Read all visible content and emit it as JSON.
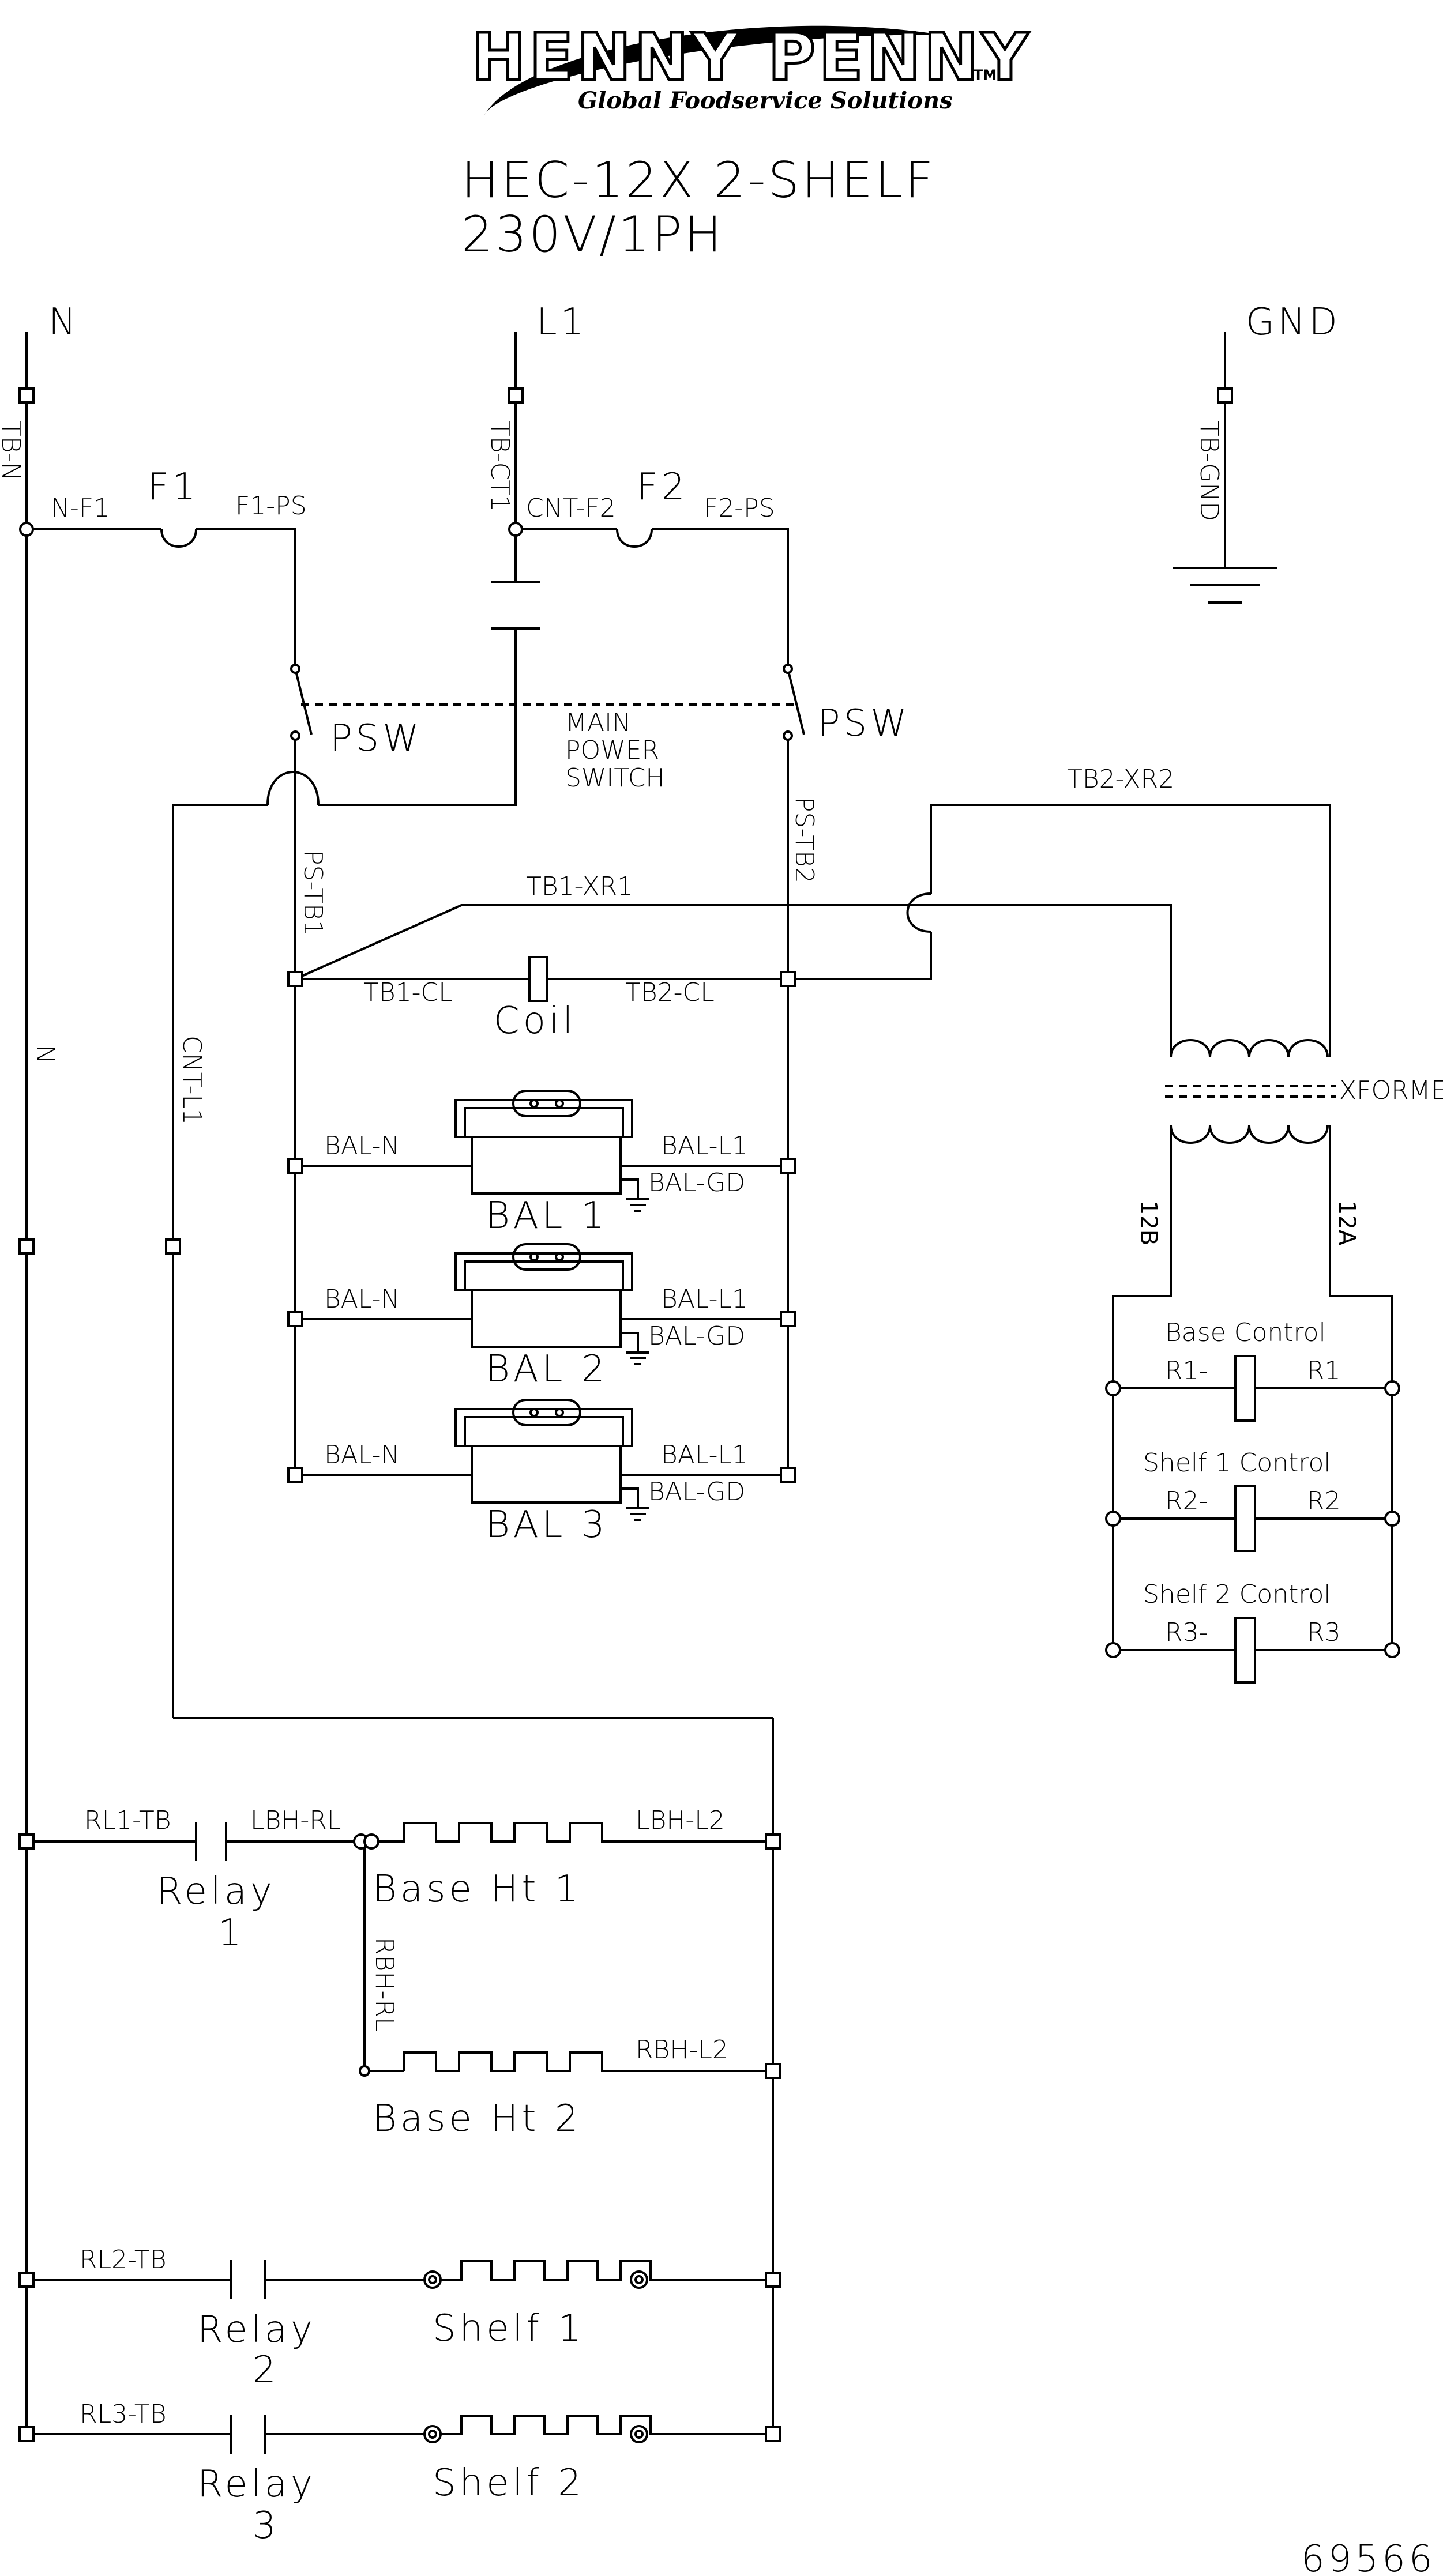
{
  "logo": {
    "brand": "HENNY PENNY",
    "tm": "TM",
    "tagline": "Global Foodservice Solutions"
  },
  "title": {
    "model": "HEC-12X  2-SHELF",
    "power": "230V/1PH"
  },
  "rails": {
    "n": "N",
    "l1": "L1",
    "gnd": "GND"
  },
  "terminals": {
    "tb_n": "TB-N",
    "tb_ct1": "TB-CT1",
    "tb_gnd": "TB-GND"
  },
  "fuses": {
    "f1": "F1",
    "f2": "F2",
    "n_f1": "N-F1",
    "f1_ps": "F1-PS",
    "cnt_f2": "CNT-F2",
    "f2_ps": "F2-PS"
  },
  "switch": {
    "psw_left": "PSW",
    "psw_right": "PSW",
    "main_1": "MAIN",
    "main_2": "POWER",
    "main_3": "SWITCH"
  },
  "wires": {
    "ps_tb1": "PS-TB1",
    "ps_tb2": "PS-TB2",
    "tb1_xr1": "TB1-XR1",
    "tb2_xr2": "TB2-XR2",
    "tb1_cl": "TB1-CL",
    "tb2_cl": "TB2-CL",
    "coil": "Coil",
    "cnt_l1": "CNT-L1",
    "n": "N"
  },
  "ballasts": [
    {
      "left": "BAL-N",
      "right": "BAL-L1",
      "gnd": "BAL-GD",
      "name": "BAL 1"
    },
    {
      "left": "BAL-N",
      "right": "BAL-L1",
      "gnd": "BAL-GD",
      "name": "BAL 2"
    },
    {
      "left": "BAL-N",
      "right": "BAL-L1",
      "gnd": "BAL-GD",
      "name": "BAL 3"
    }
  ],
  "transformer": {
    "label": "XFORMER",
    "left_lead": "12B",
    "right_lead": "12A"
  },
  "controls": [
    {
      "name": "Base Control",
      "left": "R1-",
      "right": "R1"
    },
    {
      "name": "Shelf 1 Control",
      "left": "R2-",
      "right": "R2"
    },
    {
      "name": "Shelf 2 Control",
      "left": "R3-",
      "right": "R3"
    }
  ],
  "heaters": {
    "rl1_tb": "RL1-TB",
    "lbh_rl": "LBH-RL",
    "lbh_l2": "LBH-L2",
    "relay1_a": "Relay",
    "relay1_b": "1",
    "base_ht1": "Base Ht 1",
    "rbh_rl": "RBH-RL",
    "rbh_l2": "RBH-L2",
    "base_ht2": "Base Ht 2",
    "rl2_tb": "RL2-TB",
    "relay2_a": "Relay",
    "relay2_b": "2",
    "shelf1": "Shelf 1",
    "rl3_tb": "RL3-TB",
    "relay3_a": "Relay",
    "relay3_b": "3",
    "shelf2": "Shelf 2"
  },
  "drawing_number": "69566"
}
